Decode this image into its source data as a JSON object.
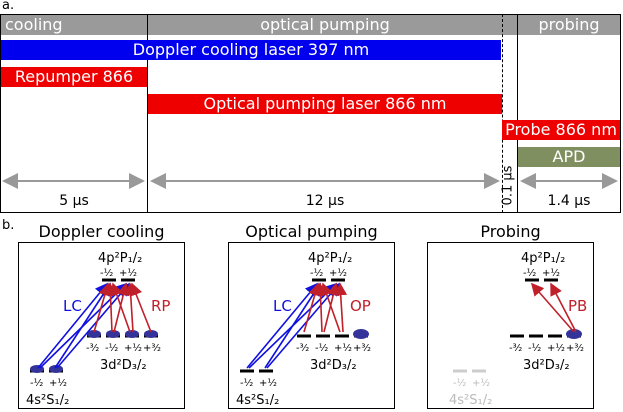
{
  "panel_a": {
    "label": "a.",
    "phases": [
      "cooling",
      "optical pumping",
      "probing"
    ],
    "lasers": {
      "doppler": "Doppler cooling laser 397 nm",
      "repumper": "Repumper 866 nm",
      "optical_pumping": "Optical pumping laser 866 nm",
      "probe": "Probe 866 nm",
      "apd": "APD"
    },
    "durations": [
      "5 µs",
      "12 µs",
      "0.1 µs",
      "1.4 µs"
    ],
    "colors": {
      "header": "#9a9a9a",
      "blue": "#0000ee",
      "red": "#ee0000",
      "apd": "#7f8f5f",
      "arrow": "#999999"
    }
  },
  "panel_b": {
    "label": "b.",
    "diagrams": [
      {
        "title": "Doppler cooling",
        "labels": {
          "p_level": "4p²P₁/₂",
          "d_level": "3d²D₃/₂",
          "s_level": "4s²S₁/₂",
          "laser1": "LC",
          "laser2": "RP"
        },
        "p_sublevels": [
          "-¹⁄₂",
          "+¹⁄₂"
        ],
        "d_sublevels": [
          "-³⁄₂",
          "-¹⁄₂",
          "+¹⁄₂",
          "+³⁄₂"
        ],
        "s_sublevels": [
          "-¹⁄₂",
          "+¹⁄₂"
        ]
      },
      {
        "title": "Optical pumping",
        "labels": {
          "p_level": "4p²P₁/₂",
          "d_level": "3d²D₃/₂",
          "s_level": "4s²S₁/₂",
          "laser1": "LC",
          "laser2": "OP"
        },
        "p_sublevels": [
          "-¹⁄₂",
          "+¹⁄₂"
        ],
        "d_sublevels": [
          "-³⁄₂",
          "-¹⁄₂",
          "+¹⁄₂",
          "+³⁄₂"
        ],
        "s_sublevels": [
          "-¹⁄₂",
          "+¹⁄₂"
        ]
      },
      {
        "title": "Probing",
        "labels": {
          "p_level": "4p²P₁/₂",
          "d_level": "3d²D₃/₂",
          "s_level": "4s²S₁/₂",
          "laser2": "PB"
        },
        "p_sublevels": [
          "-¹⁄₂",
          "+¹⁄₂"
        ],
        "d_sublevels": [
          "-³⁄₂",
          "-¹⁄₂",
          "+¹⁄₂",
          "+³⁄₂"
        ],
        "s_sublevels": [
          "-¹⁄₂",
          "+¹⁄₂"
        ]
      }
    ]
  }
}
